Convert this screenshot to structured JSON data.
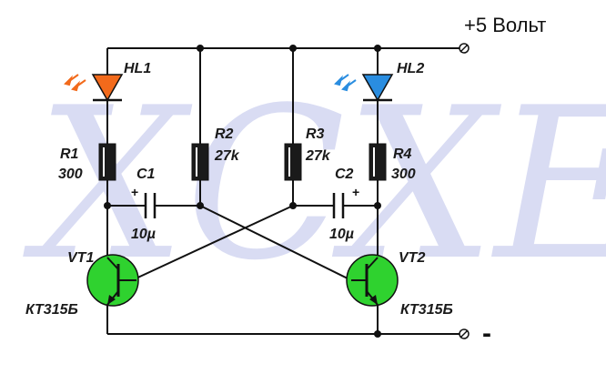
{
  "watermark": "ХСХЕМА",
  "supply": {
    "positive_label": "+5 Вольт",
    "negative_label": "-"
  },
  "components": {
    "hl1": "HL1",
    "hl2": "HL2",
    "r1": {
      "name": "R1",
      "value": "300"
    },
    "r2": {
      "name": "R2",
      "value": "27k"
    },
    "r3": {
      "name": "R3",
      "value": "27k"
    },
    "r4": {
      "name": "R4",
      "value": "300"
    },
    "c1": {
      "name": "C1",
      "value": "10µ",
      "polarity": "+"
    },
    "c2": {
      "name": "C2",
      "value": "10µ",
      "polarity": "+"
    },
    "vt1": {
      "name": "VT1",
      "model": "КТ315Б"
    },
    "vt2": {
      "name": "VT2",
      "model": "КТ315Б"
    }
  },
  "colors": {
    "led_left": "#f26a1b",
    "led_right": "#2a8de0",
    "transistor": "#2fd22f",
    "resistor": "#1a1a1a"
  }
}
